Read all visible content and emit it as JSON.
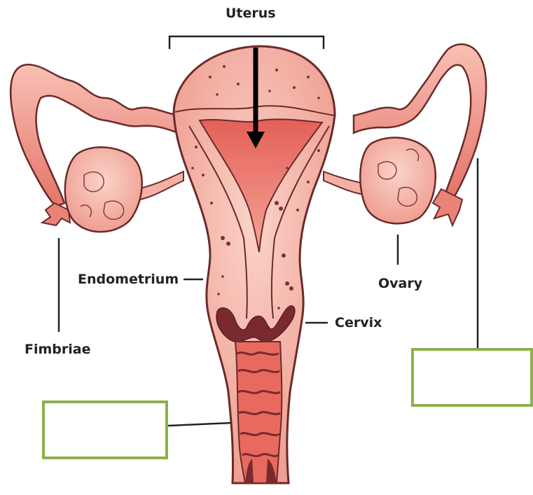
{
  "labels": {
    "uterus": "Uterus",
    "endometrium": "Endometrium",
    "ovary": "Ovary",
    "cervix": "Cervix",
    "fimbriae": "Fimbriae"
  },
  "answer_boxes": [
    "",
    ""
  ],
  "colors": {
    "tissue": "#f4b3a6",
    "tissue_dark": "#e5786f",
    "outline": "#6b2a2a",
    "lining": "#e0504a",
    "cervix_folds": "#7a2a2e",
    "box_border": "#8db04d"
  }
}
